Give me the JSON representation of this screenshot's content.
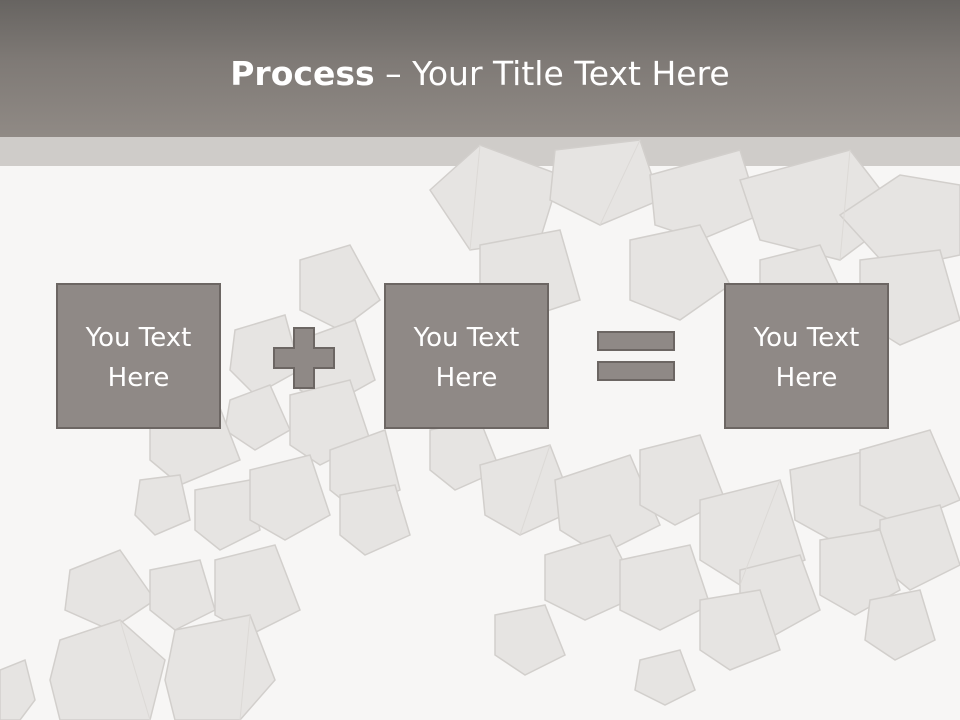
{
  "slide": {
    "title_bold": "Process",
    "title_rest": " – Your Title Text Here"
  },
  "process": {
    "boxes": [
      {
        "line1": "You Text",
        "line2": "Here"
      },
      {
        "line1": "You Text",
        "line2": "Here"
      },
      {
        "line1": "You Text",
        "line2": "Here"
      }
    ],
    "operator_1": "plus",
    "operator_2": "equals"
  },
  "colors": {
    "header": "#7f7a76",
    "band": "#cfccc9",
    "box_fill": "#8f8986",
    "box_border": "#6c6663",
    "background": "#f7f6f5"
  }
}
